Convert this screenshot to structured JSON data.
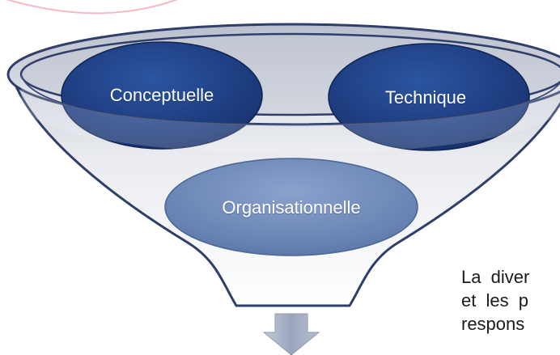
{
  "diagram": {
    "categories": [
      {
        "id": "conceptuelle",
        "label": "Conceptuelle"
      },
      {
        "id": "technique",
        "label": "Technique"
      },
      {
        "id": "organisationnelle",
        "label": "Organisationnelle"
      }
    ],
    "body_text_lines": [
      "La diver",
      "et les p",
      "respons"
    ],
    "colors": {
      "funnel_rim": "#2f3f6a",
      "funnel_fill": "#d2d6df",
      "ellipse_dark": "#1e3a78",
      "ellipse_light": "#6d88b8",
      "arrow": "#a6b0c4",
      "text": "#1a1a1a"
    },
    "icons": [
      "down-arrow-icon"
    ]
  }
}
